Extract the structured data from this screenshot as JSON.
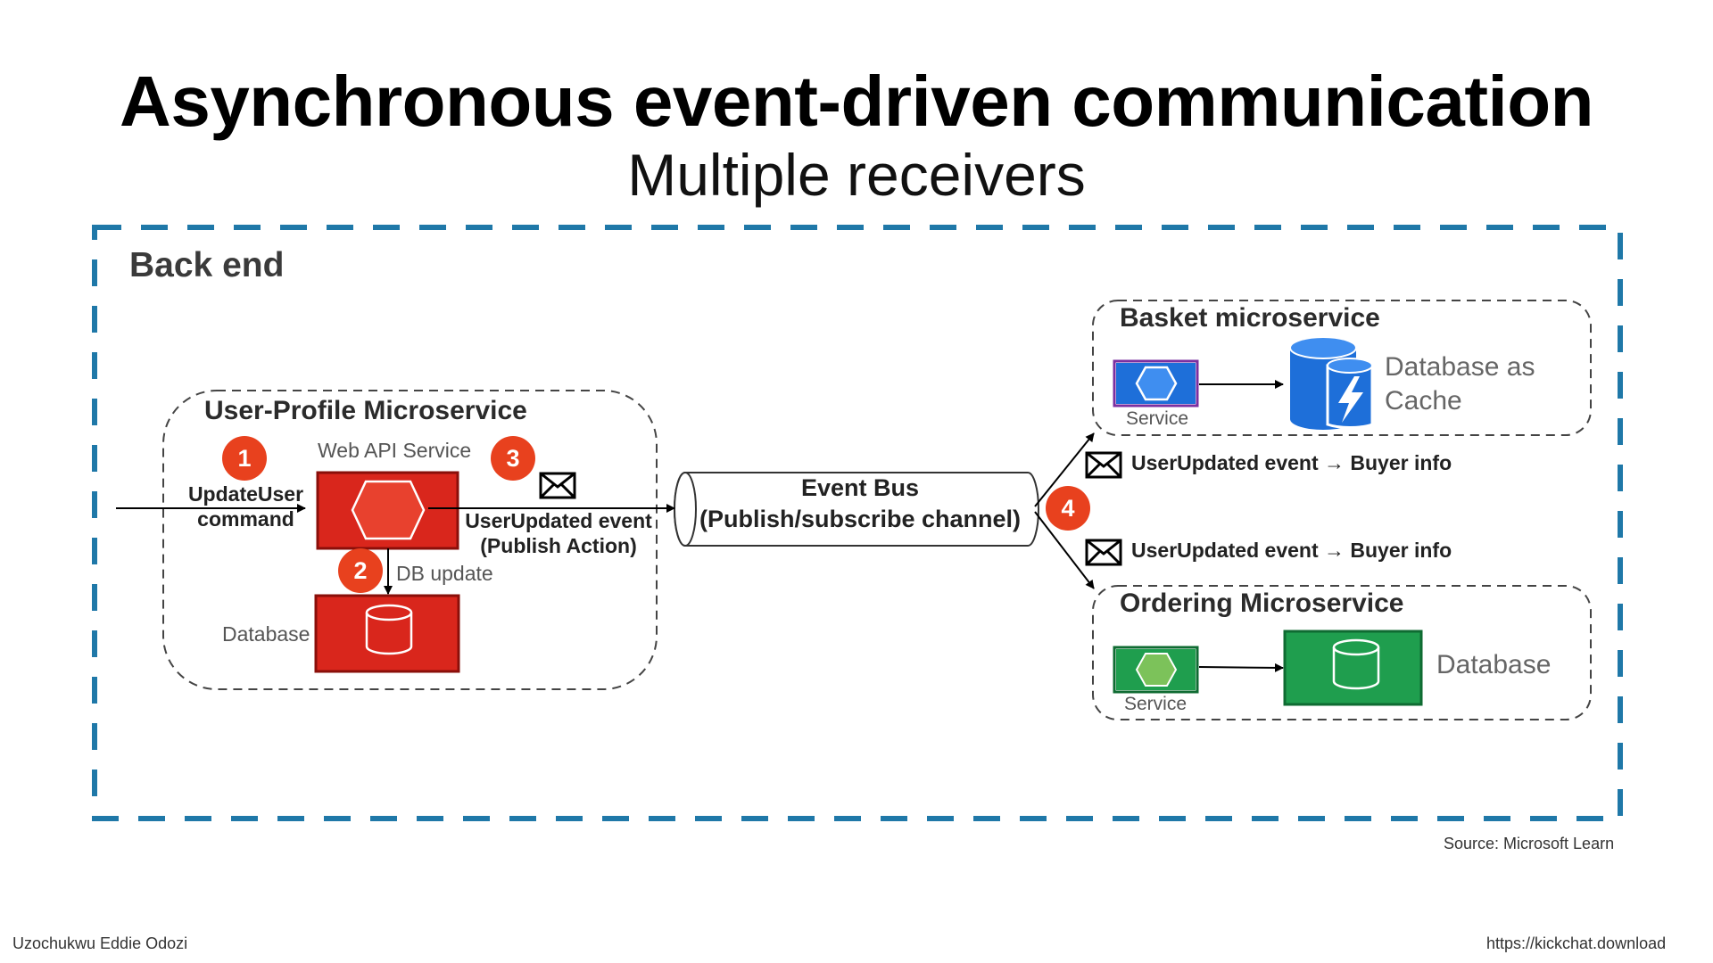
{
  "title": "Asynchronous event-driven communication",
  "subtitle": "Multiple receivers",
  "backend": {
    "label": "Back end"
  },
  "user_profile": {
    "title": "User-Profile Microservice",
    "web_api_label": "Web API Service",
    "command_label": "UpdateUser\ncommand",
    "event_label": "UserUpdated event\n(Publish Action)",
    "db_update_label": "DB update",
    "database_label": "Database"
  },
  "badges": [
    "1",
    "2",
    "3",
    "4"
  ],
  "event_bus": {
    "label": "Event Bus\n(Publish/subscribe channel)"
  },
  "basket": {
    "title": "Basket microservice",
    "service_label": "Service",
    "cache_label": "Database as\nCache"
  },
  "ordering": {
    "title": "Ordering Microservice",
    "service_label": "Service",
    "database_label": "Database"
  },
  "events": {
    "top": "UserUpdated event → Buyer info",
    "bottom": "UserUpdated event → Buyer info"
  },
  "footer": {
    "source": "Source: Microsoft Learn",
    "author": "Uzochukwu Eddie Odozi",
    "url": "https://kickchat.download"
  },
  "colors": {
    "backend_border": "#1f78a8",
    "red": "#d9261c",
    "badge": "#e8411e",
    "blue": "#1e6fd9",
    "green": "#1f9e4e"
  },
  "icons": [
    "hexagon-icon",
    "cylinder-database-icon",
    "envelope-icon",
    "lightning-icon",
    "arrow-icon"
  ]
}
